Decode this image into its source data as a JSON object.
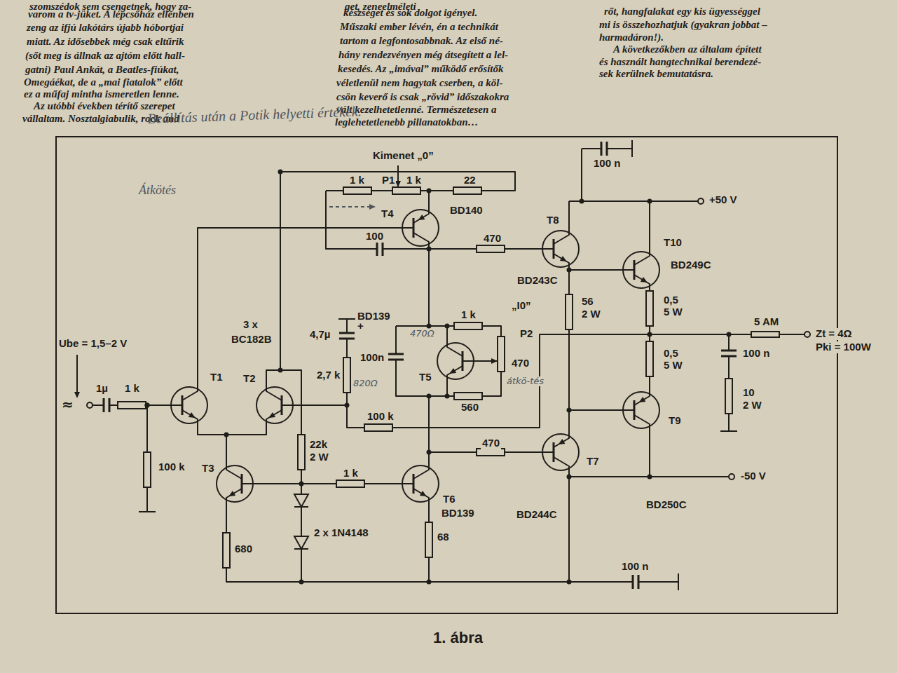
{
  "diagram": {
    "caption": "1. ábra",
    "labels": [
      "szomszédok sem csengetnek, hogy za-",
      "varom a tv-jüket. A lépcsőház ellenben",
      "zeng az ifjú lakótárs újabb hóbortjai",
      "miatt. Az idősebbek még csak eltűrik",
      "(sőt meg is állnak az ajtóm előtt hall-",
      "gatni) Paul Ankát, a Beatles-fiúkat,",
      "Omegáékat, de a „mai fiatalok” előtt",
      "ez a műfaj mintha ismeretlen lenne.",
      "Az utóbbi években térítő szerepet",
      "vállaltam. Nosztalgiabulik, rock and",
      "get, zeneelméleti",
      "készséget és sok dolgot igényel.",
      "Műszaki ember lévén, én a technikát",
      "tartom a legfontosabbnak. Az első né-",
      "hány rendezvényen még átsegített a lel-",
      "kesedés. Az „imával” működő erősítők",
      "véletlenül nem hagytak cserben, a köl-",
      "csön keverő is csak „rövid” időszakokra",
      "vált kezelhetetlenné. Természetesen a",
      "leglehetetlenebb pillanatokban…",
      "rőt, hangfalakat egy kis ügyességgel",
      "mi is összehozhatjuk (gyakran jobbat –",
      "harmadáron!).",
      "A következőkben az általam épített",
      "és használt hangtechnikai berendezé-",
      "sek kerülnek bemutatásra.",
      "Beállítás után a Potik helyetti értékek.",
      "Kimenet „0”",
      "1 k",
      "P1",
      "1 k",
      "22",
      "100 n",
      "+50 V",
      "Átkötés",
      "T4",
      "BD140",
      "T8",
      "T10",
      "100",
      "470",
      "BD243C",
      "BD249C",
      "BD139",
      "1 k",
      "„I0”",
      "P2",
      "56",
      "2 W",
      "0,5",
      "5 W",
      "5 AM",
      "Zt = 4Ω",
      "Pki = 100W",
      "3 x",
      "BC182B",
      "4,7µ",
      "+",
      "100n",
      "470",
      "470Ω",
      "T5",
      "2,7 k",
      "820Ω",
      "560",
      "átkö-tés",
      "100 n",
      "0,5",
      "5 W",
      "Ube = 1,5–2 V",
      "≈",
      "1µ",
      "1 k",
      "T1",
      "T2",
      "100 k",
      "10",
      "2 W",
      "T9",
      "470",
      "T7",
      "-50 V",
      "100 k",
      "22k",
      "2 W",
      "1 k",
      "T3",
      "T6",
      "BD139",
      "BD244C",
      "BD250C",
      "2 x 1N4148",
      "680",
      "68",
      "100 n"
    ]
  }
}
